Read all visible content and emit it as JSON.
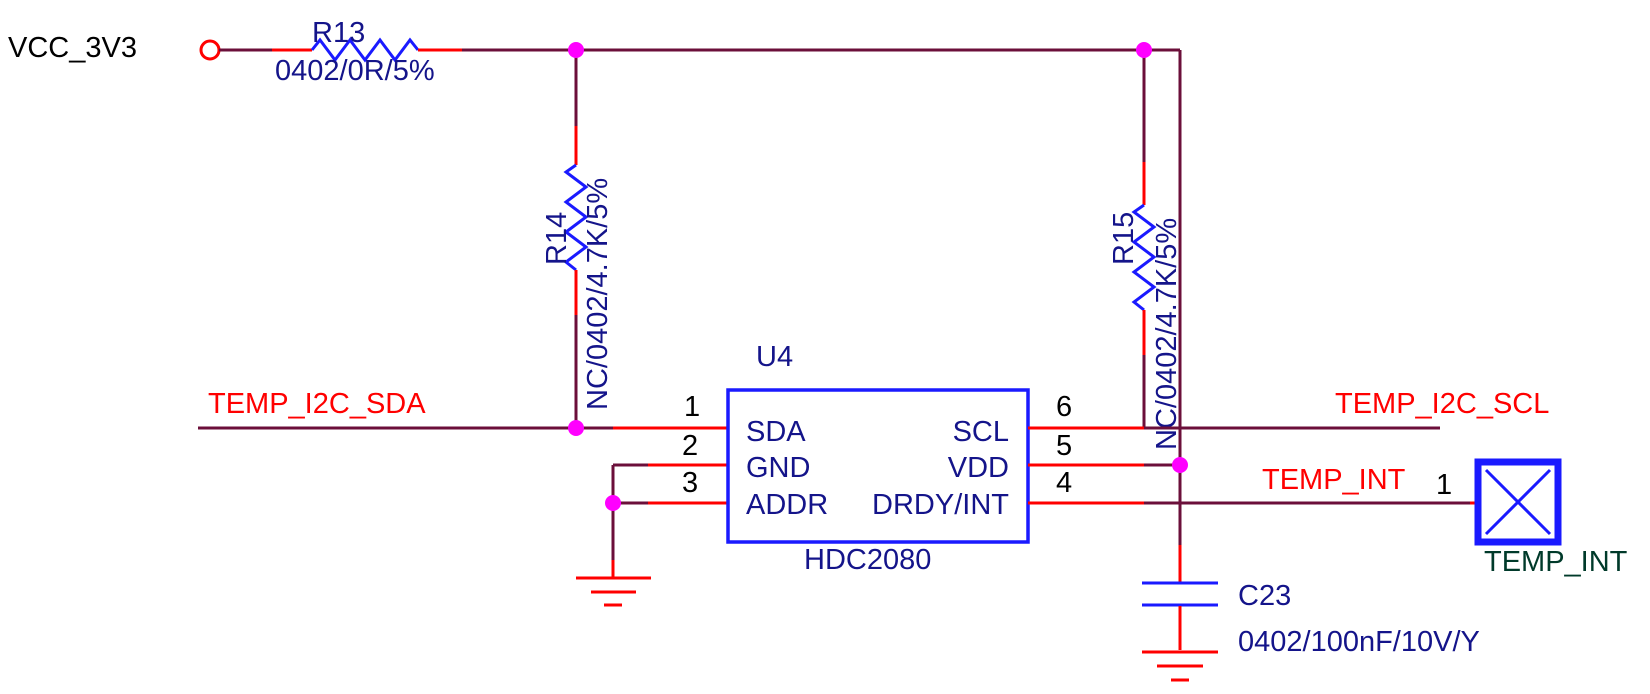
{
  "power_net": {
    "label": "VCC_3V3"
  },
  "resistors": {
    "r13": {
      "ref": "R13",
      "value": "0402/0R/5%"
    },
    "r14": {
      "ref": "R14",
      "value": "NC/0402/4.7K/5%"
    },
    "r15": {
      "ref": "R15",
      "value": "NC/0402/4.7K/5%"
    }
  },
  "ic": {
    "ref": "U4",
    "part": "HDC2080",
    "pins": {
      "sda": {
        "number": "1",
        "name": "SDA"
      },
      "gnd": {
        "number": "2",
        "name": "GND"
      },
      "addr": {
        "number": "3",
        "name": "ADDR"
      },
      "scl": {
        "number": "6",
        "name": "SCL"
      },
      "vdd": {
        "number": "5",
        "name": "VDD"
      },
      "drdy": {
        "number": "4",
        "name": "DRDY/INT"
      }
    }
  },
  "nets": {
    "sda": "TEMP_I2C_SDA",
    "scl": "TEMP_I2C_SCL",
    "int": "TEMP_INT"
  },
  "capacitor": {
    "ref": "C23",
    "value": "0402/100nF/10V/Y"
  },
  "test_point": {
    "pin_number": "1",
    "label": "TEMP_INT"
  },
  "colors": {
    "wire": "#6b0f3a",
    "pin": "#ff0000",
    "component": "#1a1aff",
    "junction": "#ff00ff",
    "label_blue": "#14148a"
  }
}
